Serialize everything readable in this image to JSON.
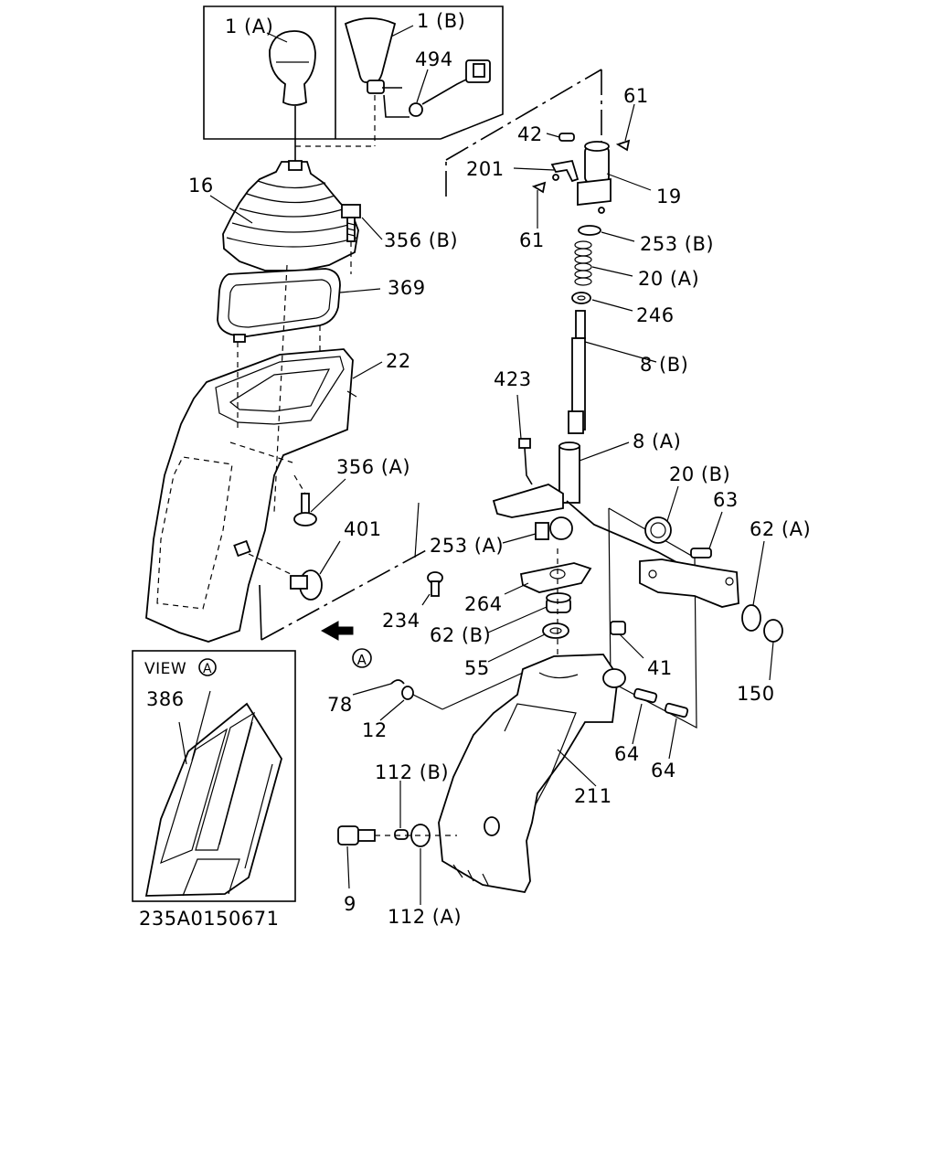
{
  "diagram": {
    "drawing_number": "235A0150671",
    "view_caption": "VIEW",
    "view_marker": "A",
    "arrow_marker": "A",
    "labels": {
      "p1a": "1 (A)",
      "p1b": "1 (B)",
      "p494": "494",
      "p61_top": "61",
      "p42": "42",
      "p201": "201",
      "p19": "19",
      "p61_left": "61",
      "p253b": "253 (B)",
      "p20a": "20 (A)",
      "p246": "246",
      "p8b": "8 (B)",
      "p423": "423",
      "p8a": "8 (A)",
      "p20b": "20 (B)",
      "p63": "63",
      "p62a": "62 (A)",
      "p150": "150",
      "p253a": "253 (A)",
      "p264": "264",
      "p234": "234",
      "p62b": "62 (B)",
      "p55": "55",
      "p41": "41",
      "p64a": "64",
      "p64b": "64",
      "p211": "211",
      "p78": "78",
      "p12": "12",
      "p112b": "112 (B)",
      "p112a": "112 (A)",
      "p9": "9",
      "p16": "16",
      "p356b": "356 (B)",
      "p369": "369",
      "p22": "22",
      "p356a": "356 (A)",
      "p401": "401",
      "p386": "386"
    }
  }
}
